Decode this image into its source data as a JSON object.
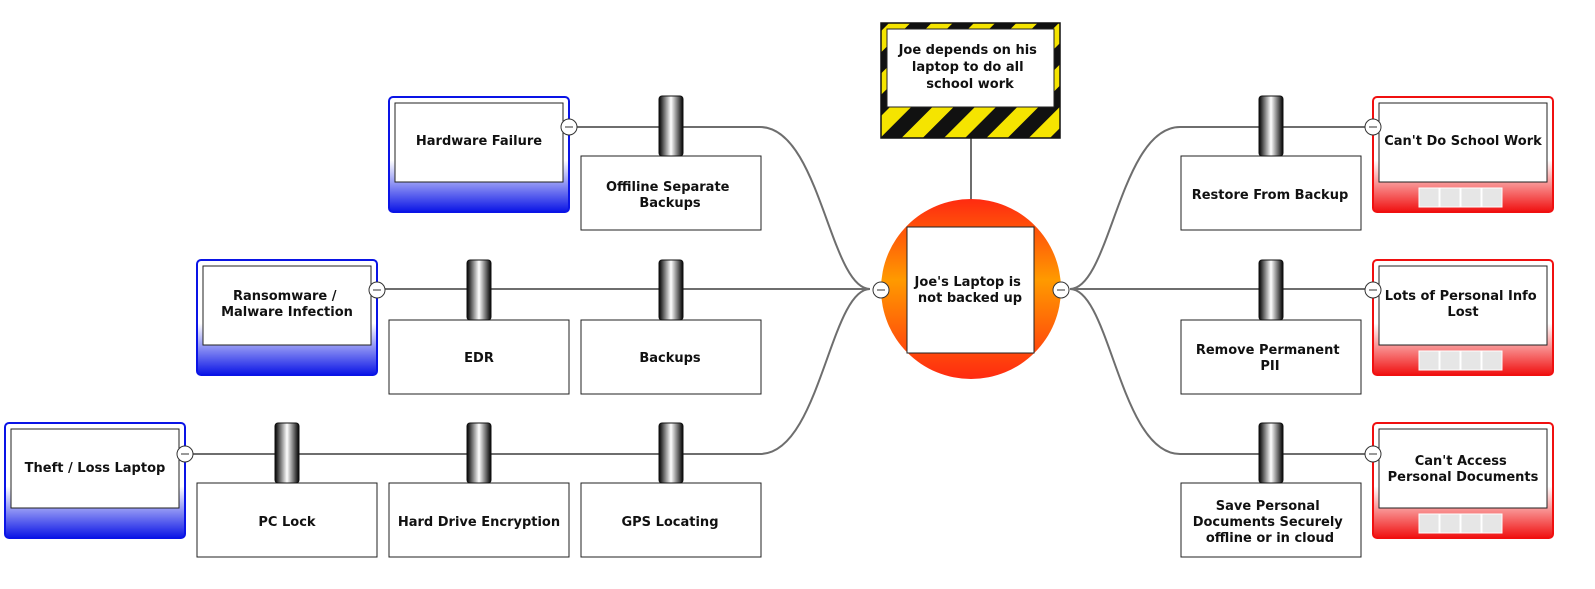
{
  "hazard": {
    "label_lines": [
      "Joe depends on his",
      "laptop to do all",
      "school work"
    ]
  },
  "top_event": {
    "label_lines": [
      "Joe's Laptop is",
      "not backed up"
    ]
  },
  "threats": [
    {
      "label_lines": [
        "Hardware Failure"
      ]
    },
    {
      "label_lines": [
        "Ransomware /",
        "Malware Infection"
      ]
    },
    {
      "label_lines": [
        "Theft / Loss Laptop"
      ]
    }
  ],
  "preventive_barriers": [
    {
      "label_lines": [
        "Offiline Separate",
        "Backups"
      ]
    },
    {
      "label_lines": [
        "EDR"
      ]
    },
    {
      "label_lines": [
        "Backups"
      ]
    },
    {
      "label_lines": [
        "PC Lock"
      ]
    },
    {
      "label_lines": [
        "Hard Drive Encryption"
      ]
    },
    {
      "label_lines": [
        "GPS Locating"
      ]
    }
  ],
  "consequences": [
    {
      "label_lines": [
        "Can't Do School Work"
      ]
    },
    {
      "label_lines": [
        "Lots of Personal Info",
        "Lost"
      ]
    },
    {
      "label_lines": [
        "Can't Access",
        "Personal Documents"
      ]
    }
  ],
  "mitigative_barriers": [
    {
      "label_lines": [
        "Restore From Backup"
      ]
    },
    {
      "label_lines": [
        "Remove Permanent",
        "PII"
      ]
    },
    {
      "label_lines": [
        "Save Personal",
        "Documents Securely",
        "offline or in cloud"
      ]
    }
  ],
  "colors": {
    "threat_blue": "#0a14e6",
    "consequence_red": "#f01010",
    "top_event_orange": "#ff9a00",
    "top_event_red": "#ff2a10",
    "hazard_yellow": "#f5e400",
    "connector": "#6e6e6e"
  }
}
